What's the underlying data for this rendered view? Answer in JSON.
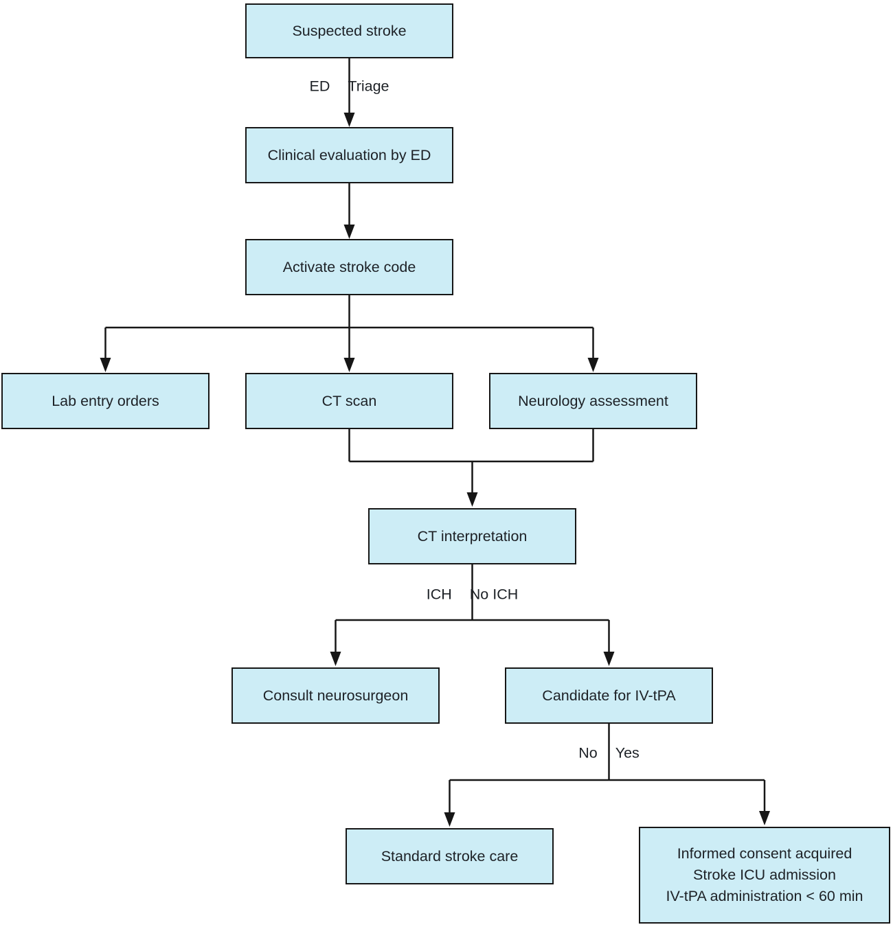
{
  "diagram": {
    "title": "Suspected stroke care pathway flowchart",
    "colors": {
      "node_fill": "#cdedf6",
      "node_border": "#161616",
      "line": "#161616",
      "text": "#1d2126"
    },
    "nodes": [
      {
        "id": "suspected-stroke",
        "label": "Suspected stroke"
      },
      {
        "id": "clinical-evaluation",
        "label": "Clinical evaluation by ED"
      },
      {
        "id": "activate-stroke-code",
        "label": "Activate stroke code"
      },
      {
        "id": "lab-entry-orders",
        "label": "Lab entry orders"
      },
      {
        "id": "ct-scan",
        "label": "CT scan"
      },
      {
        "id": "neurology-assessment",
        "label": "Neurology assessment"
      },
      {
        "id": "ct-interpretation",
        "label": "CT interpretation"
      },
      {
        "id": "consult-neurosurgeon",
        "label": "Consult neurosurgeon"
      },
      {
        "id": "candidate-iv-tpa",
        "label": "Candidate for IV-tPA"
      },
      {
        "id": "standard-stroke-care",
        "label": "Standard stroke care"
      },
      {
        "id": "informed-consent",
        "lines": [
          "Informed consent acquired",
          "Stroke ICU admission",
          "IV-tPA administration < 60 min"
        ]
      }
    ],
    "edge_labels": {
      "ed": "ED",
      "triage": "Triage",
      "ich": "ICH",
      "no_ich": "No ICH",
      "no": "No",
      "yes": "Yes"
    }
  }
}
